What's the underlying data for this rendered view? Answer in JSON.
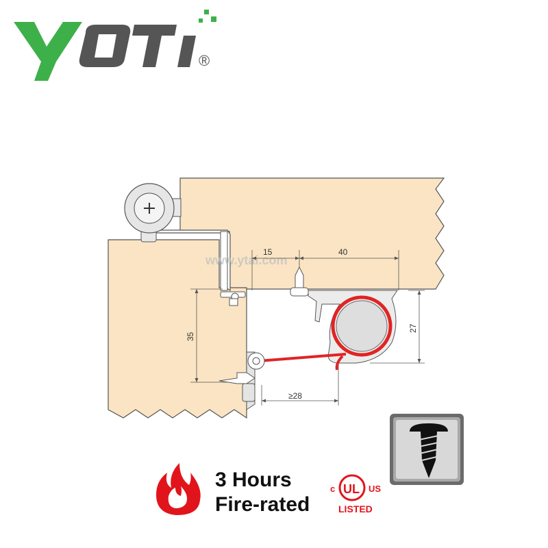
{
  "brand": {
    "logo_text": "YOTI",
    "registered_mark": "®",
    "logo_color": "#3db04a",
    "logo_dark_color": "#555555"
  },
  "watermark": {
    "text": "www.ytai.com"
  },
  "dimensions": {
    "d15": "15",
    "d40": "40",
    "d35": "35",
    "d27": "27",
    "d28": "≥28"
  },
  "colors": {
    "wood": "#fae4c3",
    "wood_stroke": "#555555",
    "seal_red": "#e02424",
    "seal_gray": "#dedede",
    "flame_red": "#e2141b"
  },
  "fire_rating": {
    "line1": "3 Hours",
    "line2": "Fire-rated"
  },
  "ul_mark": {
    "c": "c",
    "ul": "UL",
    "us": "US",
    "listed": "LISTED"
  },
  "icons": {
    "flame": "flame-icon",
    "screw": "screw-icon",
    "ul": "ul-listed-icon"
  }
}
